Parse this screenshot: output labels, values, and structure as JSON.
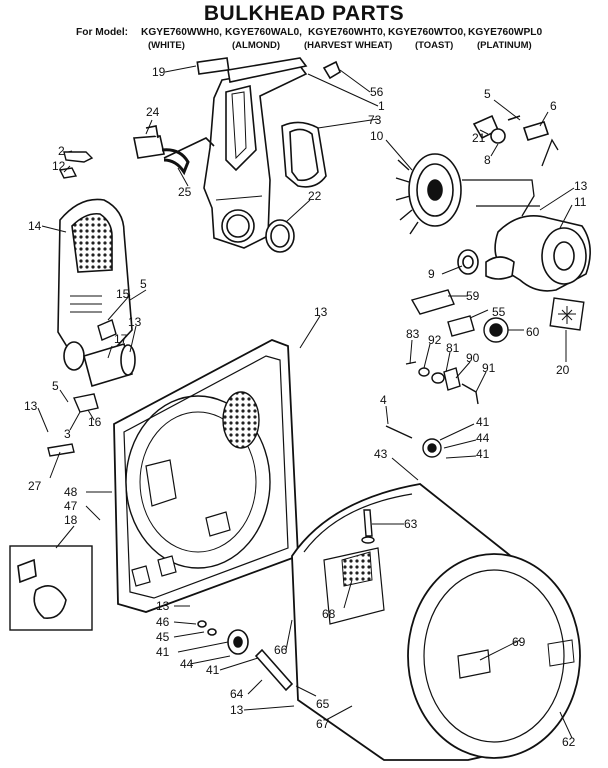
{
  "title": "BULKHEAD PARTS",
  "models": {
    "prefix": "For Model:",
    "list": [
      "KGYE760WWH0,",
      "KGYE760WAL0,",
      "KGYE760WHT0,",
      "KGYE760WTO0,",
      "KGYE760WPL0"
    ],
    "colors": [
      "(WHITE)",
      "(ALMOND)",
      "(HARVEST WHEAT)",
      "(TOAST)",
      "(PLATINUM)"
    ]
  },
  "callouts": [
    {
      "label": "19"
    },
    {
      "label": "56"
    },
    {
      "label": "1"
    },
    {
      "label": "73"
    },
    {
      "label": "10"
    },
    {
      "label": "24"
    },
    {
      "label": "2"
    },
    {
      "label": "12"
    },
    {
      "label": "25"
    },
    {
      "label": "5"
    },
    {
      "label": "6"
    },
    {
      "label": "21"
    },
    {
      "label": "8"
    },
    {
      "label": "13"
    },
    {
      "label": "11"
    },
    {
      "label": "14"
    },
    {
      "label": "22"
    },
    {
      "label": "9"
    },
    {
      "label": "15"
    },
    {
      "label": "5"
    },
    {
      "label": "13"
    },
    {
      "label": "59"
    },
    {
      "label": "55"
    },
    {
      "label": "60"
    },
    {
      "label": "17"
    },
    {
      "label": "13"
    },
    {
      "label": "83"
    },
    {
      "label": "92"
    },
    {
      "label": "81"
    },
    {
      "label": "90"
    },
    {
      "label": "91"
    },
    {
      "label": "20"
    },
    {
      "label": "5"
    },
    {
      "label": "13"
    },
    {
      "label": "3"
    },
    {
      "label": "16"
    },
    {
      "label": "4"
    },
    {
      "label": "41"
    },
    {
      "label": "44"
    },
    {
      "label": "41"
    },
    {
      "label": "43"
    },
    {
      "label": "27"
    },
    {
      "label": "48"
    },
    {
      "label": "47"
    },
    {
      "label": "18"
    },
    {
      "label": "63"
    },
    {
      "label": "68"
    },
    {
      "label": "13"
    },
    {
      "label": "46"
    },
    {
      "label": "45"
    },
    {
      "label": "41"
    },
    {
      "label": "44"
    },
    {
      "label": "41"
    },
    {
      "label": "66"
    },
    {
      "label": "69"
    },
    {
      "label": "64"
    },
    {
      "label": "13"
    },
    {
      "label": "65"
    },
    {
      "label": "67"
    },
    {
      "label": "62"
    }
  ]
}
